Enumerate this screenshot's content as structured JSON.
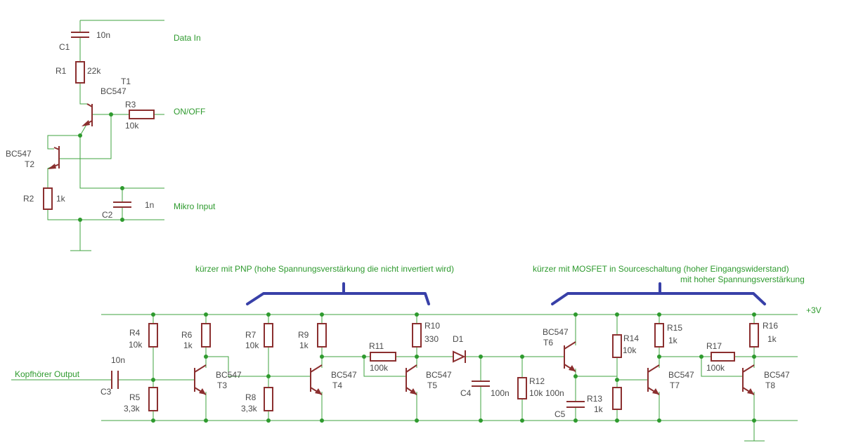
{
  "schematic": {
    "nets": {
      "data_in": "Data In",
      "on_off": "ON/OFF",
      "mikro_input": "Mikro Input",
      "kopfhoerer_output": "Kopfhörer Output",
      "vcc": "+3V"
    },
    "notes": {
      "pnp_line": "kürzer mit PNP (hohe Spannungsverstärkung die nicht invertiert wird)",
      "mosfet_line1": "kürzer mit MOSFET in Sourceschaltung (hoher Eingangswiderstand)",
      "mosfet_line2": "mit hoher Spannungsverstärkung"
    },
    "parts": {
      "C1": {
        "name": "C1",
        "value": "10n"
      },
      "R1": {
        "name": "R1",
        "value": "22k"
      },
      "T1": {
        "name": "T1",
        "value": "BC547"
      },
      "R3": {
        "name": "R3",
        "value": "10k"
      },
      "T2": {
        "name": "T2",
        "value": "BC547"
      },
      "R2": {
        "name": "R2",
        "value": "1k"
      },
      "C2": {
        "name": "C2",
        "value": "1n"
      },
      "C3": {
        "name": "C3",
        "value": "10n"
      },
      "R4": {
        "name": "R4",
        "value": "10k"
      },
      "R5": {
        "name": "R5",
        "value": "3,3k"
      },
      "R6": {
        "name": "R6",
        "value": "1k"
      },
      "T3": {
        "name": "T3",
        "value": "BC547"
      },
      "R7": {
        "name": "R7",
        "value": "10k"
      },
      "R8": {
        "name": "R8",
        "value": "3,3k"
      },
      "R9": {
        "name": "R9",
        "value": "1k"
      },
      "T4": {
        "name": "T4",
        "value": "BC547"
      },
      "R11": {
        "name": "R11",
        "value": "100k"
      },
      "R10": {
        "name": "R10",
        "value": "330"
      },
      "T5": {
        "name": "T5",
        "value": "BC547"
      },
      "D1": {
        "name": "D1",
        "value": ""
      },
      "C4": {
        "name": "C4",
        "value": "100n"
      },
      "R12": {
        "name": "R12",
        "value": "10k"
      },
      "T6": {
        "name": "T6",
        "value": "BC547"
      },
      "C5": {
        "name": "C5",
        "value": "100n"
      },
      "R13": {
        "name": "R13",
        "value": "1k"
      },
      "R14": {
        "name": "R14",
        "value": "10k"
      },
      "R15": {
        "name": "R15",
        "value": "1k"
      },
      "T7": {
        "name": "T7",
        "value": "BC547"
      },
      "R17": {
        "name": "R17",
        "value": "100k"
      },
      "R16": {
        "name": "R16",
        "value": "1k"
      },
      "T8": {
        "name": "T8",
        "value": "BC547"
      }
    },
    "colors": {
      "wire": "#3fa33f",
      "component": "#8b2f2f",
      "label": "#4a4a4a",
      "net_label": "#2e9a2e",
      "annotation_brace": "#3840a8"
    }
  }
}
